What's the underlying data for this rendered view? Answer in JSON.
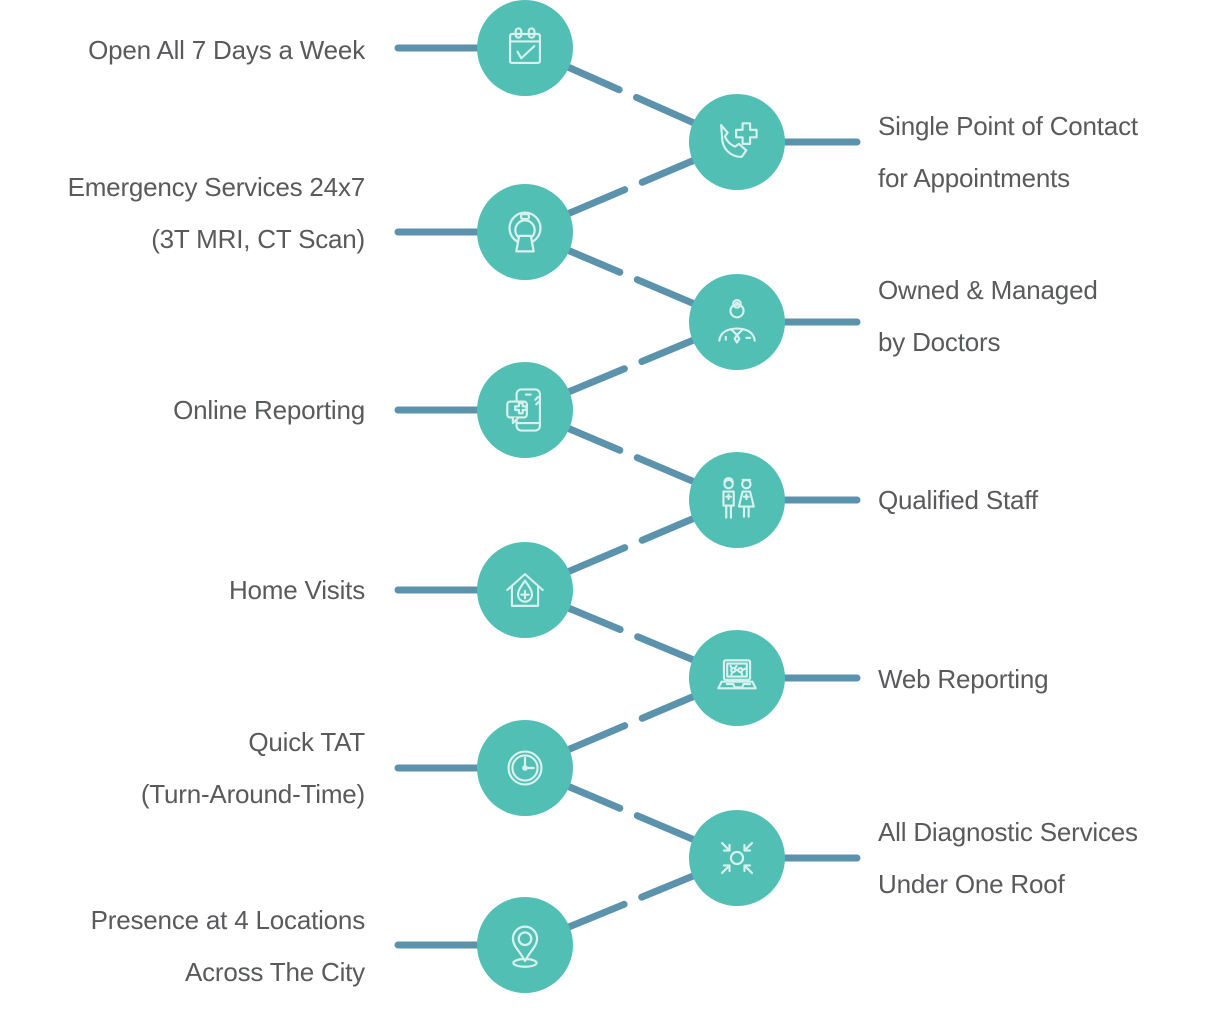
{
  "colors": {
    "node_fill": "#52bfb4",
    "connector": "#5b92ac",
    "icon_stroke": "#d8f1ee",
    "text": "#595a5c"
  },
  "items": [
    {
      "side": "left",
      "icon": "calendar-check-icon",
      "lines": [
        "Open All 7 Days a Week"
      ]
    },
    {
      "side": "right",
      "icon": "phone-plus-icon",
      "lines": [
        "Single Point of Contact",
        "for Appointments"
      ]
    },
    {
      "side": "left",
      "icon": "mri-scanner-icon",
      "lines": [
        "Emergency Services 24x7",
        "(3T MRI, CT Scan)"
      ]
    },
    {
      "side": "right",
      "icon": "doctor-icon",
      "lines": [
        "Owned & Managed",
        "by Doctors"
      ]
    },
    {
      "side": "left",
      "icon": "mobile-report-icon",
      "lines": [
        "Online Reporting"
      ]
    },
    {
      "side": "right",
      "icon": "medical-staff-icon",
      "lines": [
        "Qualified Staff"
      ]
    },
    {
      "side": "left",
      "icon": "home-medical-icon",
      "lines": [
        "Home Visits"
      ]
    },
    {
      "side": "right",
      "icon": "laptop-report-icon",
      "lines": [
        "Web Reporting"
      ]
    },
    {
      "side": "left",
      "icon": "clock-icon",
      "lines": [
        "Quick TAT",
        "(Turn-Around-Time)"
      ]
    },
    {
      "side": "right",
      "icon": "converge-arrows-icon",
      "lines": [
        "All Diagnostic Services",
        "Under One Roof"
      ]
    },
    {
      "side": "left",
      "icon": "location-pin-icon",
      "lines": [
        "Presence at 4 Locations",
        "Across The City"
      ]
    }
  ]
}
